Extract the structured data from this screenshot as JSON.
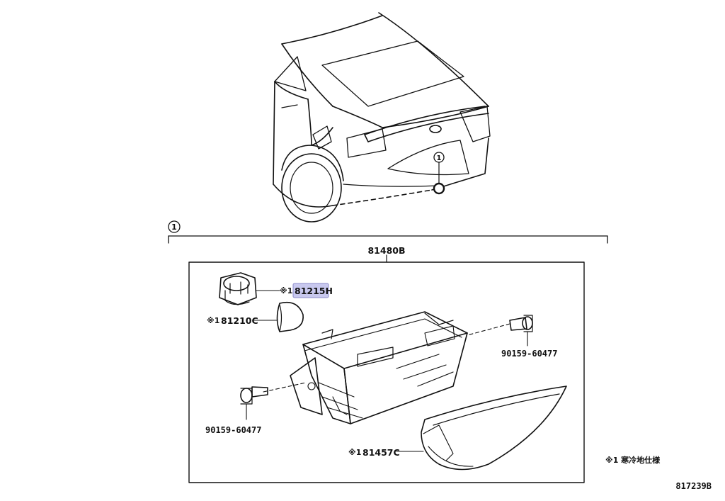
{
  "diagram": {
    "callout_marker": "1",
    "assembly": {
      "part_number": "81480B"
    },
    "parts": [
      {
        "id": "socket",
        "prefix": "※1",
        "part_number": "81215H",
        "highlighted": true
      },
      {
        "id": "bulb",
        "prefix": "※1",
        "part_number": "81210C",
        "highlighted": false
      },
      {
        "id": "screw-right",
        "prefix": "",
        "part_number": "90159-60477",
        "highlighted": false
      },
      {
        "id": "screw-left",
        "prefix": "",
        "part_number": "90159-60477",
        "highlighted": false
      },
      {
        "id": "lens",
        "prefix": "※1",
        "part_number": "81457C",
        "highlighted": false
      }
    ],
    "footnote": "※1 寒冷地仕様",
    "figure_id": "817239B",
    "highlight_color": "#c8c8ee"
  }
}
